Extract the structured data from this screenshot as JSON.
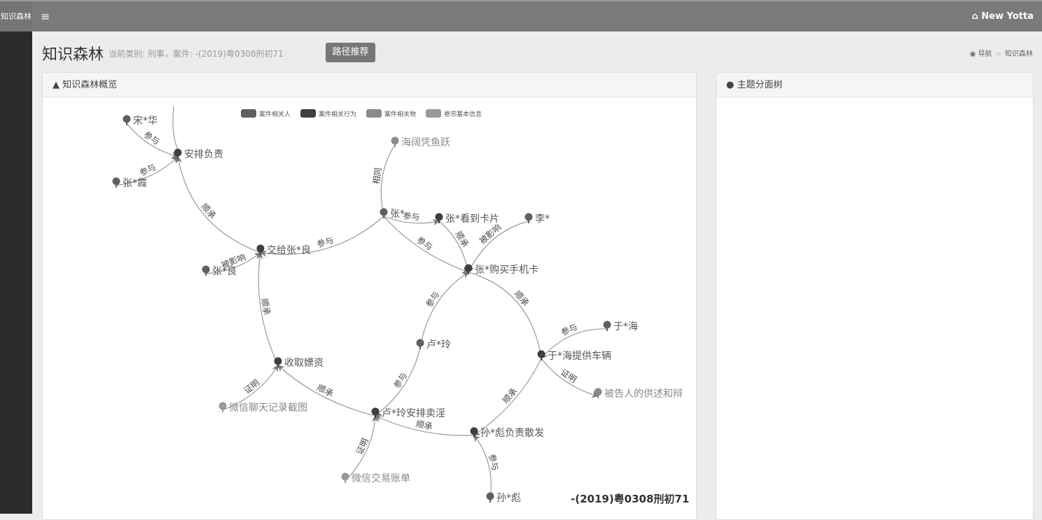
{
  "topbar": {
    "brand": "知识森林",
    "menu_icon": "≡",
    "user_label": "New Yotta"
  },
  "page": {
    "title": "知识森林",
    "subtitle": "当前类别: 刑事，案件: -(2019)粤0308刑初71",
    "path_button": "路径推荐"
  },
  "breadcrumb": {
    "items": [
      "导航",
      "知识森林"
    ],
    "separator": ">"
  },
  "overview_panel": {
    "title": "知识森林概览",
    "case_caption": "-(2019)粤0308刑初71"
  },
  "facet_panel": {
    "title": "主题分面树"
  },
  "legend": [
    {
      "label": "案件相关人",
      "color": "#5f5f5f"
    },
    {
      "label": "案件相关行为",
      "color": "#3f3f3f"
    },
    {
      "label": "案件相关物",
      "color": "#8a8a8a"
    },
    {
      "label": "卷宗基本信息",
      "color": "#9a9a9a"
    }
  ],
  "graph": {
    "nodes": [
      {
        "id": "n1",
        "label": "宋*华",
        "cat": 0
      },
      {
        "id": "n2",
        "label": "安排负责",
        "cat": 1
      },
      {
        "id": "n3",
        "label": "张*霞",
        "cat": 0
      },
      {
        "id": "n4",
        "label": "海阔凭鱼跃",
        "cat": 2
      },
      {
        "id": "n5",
        "label": "张*",
        "cat": 0
      },
      {
        "id": "n6",
        "label": "张*看到卡片",
        "cat": 1
      },
      {
        "id": "n7",
        "label": "李*",
        "cat": 0
      },
      {
        "id": "n8",
        "label": "交给张*良",
        "cat": 1
      },
      {
        "id": "n9",
        "label": "张*良",
        "cat": 0
      },
      {
        "id": "n10",
        "label": "张*购买手机卡",
        "cat": 1
      },
      {
        "id": "n11",
        "label": "卢*玲",
        "cat": 0
      },
      {
        "id": "n12",
        "label": "于*海",
        "cat": 0
      },
      {
        "id": "n13",
        "label": "收取嫖资",
        "cat": 1
      },
      {
        "id": "n14",
        "label": "于*海提供车辆",
        "cat": 1
      },
      {
        "id": "n15",
        "label": "被告人的供述和辩",
        "cat": 2
      },
      {
        "id": "n16",
        "label": "微信聊天记录截图",
        "cat": 3
      },
      {
        "id": "n17",
        "label": "卢*玲安排卖淫",
        "cat": 1
      },
      {
        "id": "n18",
        "label": "孙*彪负责散发",
        "cat": 1
      },
      {
        "id": "n19",
        "label": "微信交易账单",
        "cat": 3
      },
      {
        "id": "n20",
        "label": "孙*彪",
        "cat": 0
      }
    ],
    "edges": [
      {
        "from": "n1",
        "to": "n2",
        "label": "参与"
      },
      {
        "from": "n3",
        "to": "n2",
        "label": "参与"
      },
      {
        "from": "n8",
        "to": "n2",
        "label": "顺承"
      },
      {
        "from": "n9",
        "to": "n8",
        "label": "被影响"
      },
      {
        "from": "n5",
        "to": "n8",
        "label": "参与"
      },
      {
        "from": "n4",
        "to": "n5",
        "label": "相同"
      },
      {
        "from": "n5",
        "to": "n6",
        "label": "参与"
      },
      {
        "from": "n5",
        "to": "n10",
        "label": "参与"
      },
      {
        "from": "n6",
        "to": "n10",
        "label": "顺承"
      },
      {
        "from": "n7",
        "to": "n10",
        "label": "被影响"
      },
      {
        "from": "n11",
        "to": "n10",
        "label": "参与"
      },
      {
        "from": "n10",
        "to": "n14",
        "label": "顺承"
      },
      {
        "from": "n12",
        "to": "n14",
        "label": "参与"
      },
      {
        "from": "n14",
        "to": "n15",
        "label": "证明"
      },
      {
        "from": "n14",
        "to": "n18",
        "label": "顺承"
      },
      {
        "from": "n11",
        "to": "n17",
        "label": "参与"
      },
      {
        "from": "n17",
        "to": "n13",
        "label": "顺承"
      },
      {
        "from": "n13",
        "to": "n8",
        "label": "顺承"
      },
      {
        "from": "n16",
        "to": "n13",
        "label": "证明"
      },
      {
        "from": "n18",
        "to": "n17",
        "label": "顺承"
      },
      {
        "from": "n19",
        "to": "n17",
        "label": "证明"
      },
      {
        "from": "n20",
        "to": "n18",
        "label": "参与"
      }
    ]
  }
}
